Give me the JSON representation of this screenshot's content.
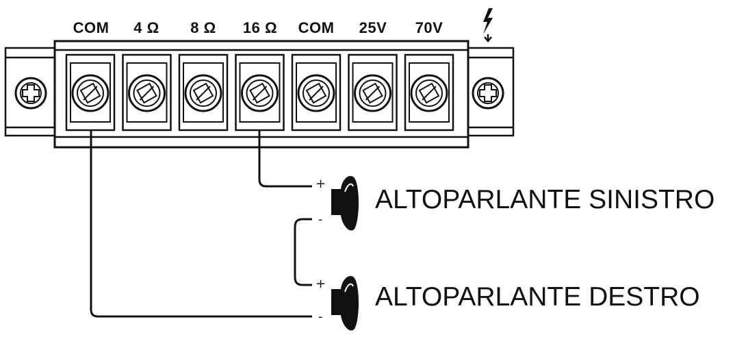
{
  "terminals": [
    "COM",
    "4 Ω",
    "8 Ω",
    "16 Ω",
    "COM",
    "25V",
    "70V"
  ],
  "speakers": {
    "left": {
      "label": "ALTOPARLANTE SINISTRO",
      "plus": "+",
      "minus": "-"
    },
    "right": {
      "label": "ALTOPARLANTE DESTRO",
      "plus": "+",
      "minus": "-"
    }
  },
  "icons": {
    "bolt": "lightning-bolt-icon"
  },
  "colors": {
    "line": "#111111",
    "body": "#ffffff"
  }
}
